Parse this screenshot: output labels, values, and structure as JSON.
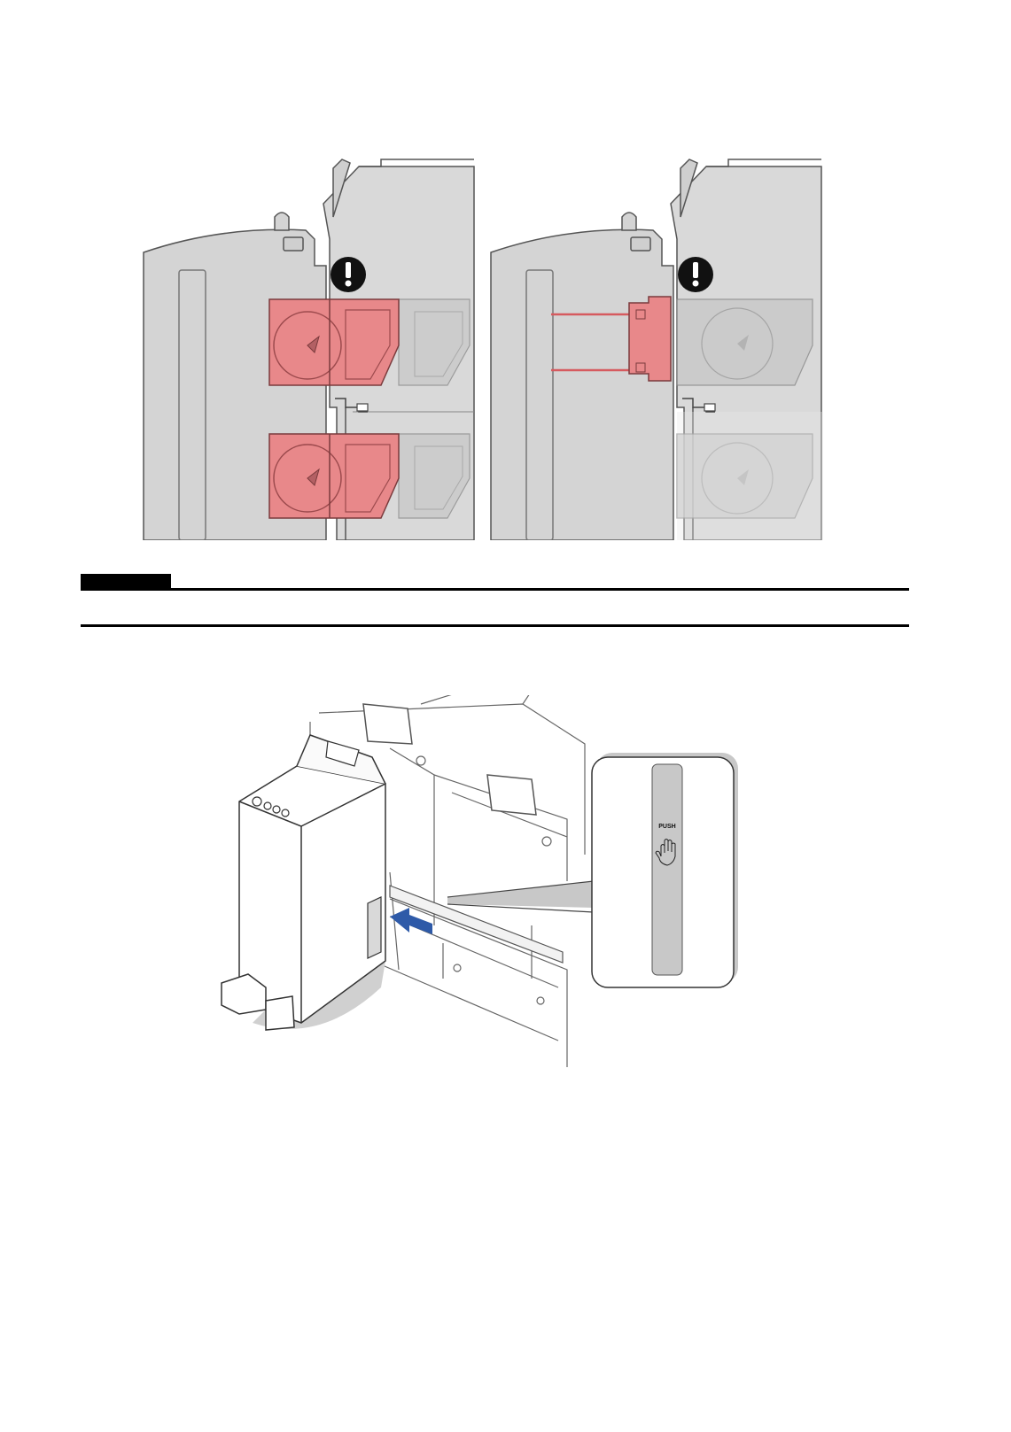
{
  "page": {
    "background": "#ffffff"
  },
  "top_figure": {
    "panels": [
      {
        "state": "incorrect",
        "highlight": "full-tanks"
      },
      {
        "state": "correct",
        "highlight": "bracket"
      }
    ],
    "warning_icon": "exclamation-circle-icon",
    "colors": {
      "machine_gray": "#d9d9d9",
      "outline": "#555555",
      "highlight_red": "#e8888a",
      "highlight_line": "#d65a5f"
    }
  },
  "section": {
    "tag_color": "#000000"
  },
  "bottom_figure": {
    "push_label": "PUSH",
    "hand_icon": "hand-icon",
    "arrow_icon": "push-arrow-icon",
    "colors": {
      "arrow_blue": "#2e5aa8",
      "callout_gray": "#c8c8c8",
      "outline": "#444444"
    }
  }
}
